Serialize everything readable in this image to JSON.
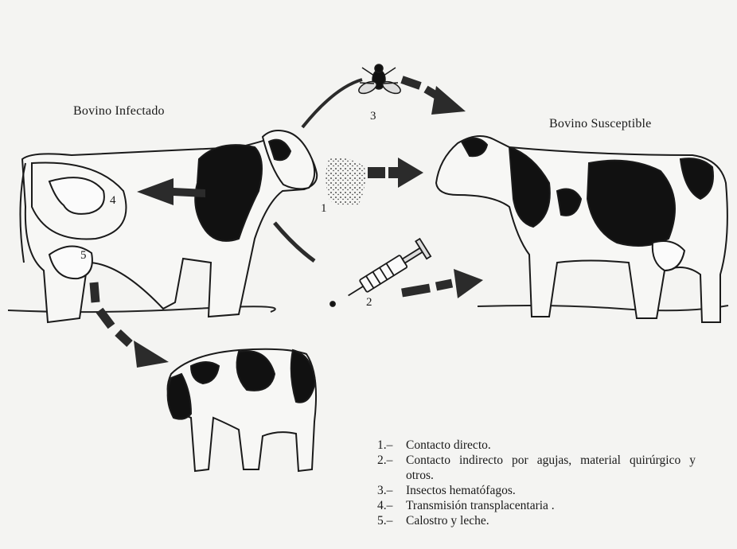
{
  "captions": {
    "infected": "Bovino Infectado",
    "susceptible": "Bovino Susceptible"
  },
  "route_numbers": [
    "1",
    "2",
    "3",
    "4",
    "5"
  ],
  "legend": [
    {
      "n": "1.–",
      "text": "Contacto directo."
    },
    {
      "n": "2.–",
      "text": "Contacto indirecto por agujas, material quirúrgico y otros."
    },
    {
      "n": "3.–",
      "text": "Insectos hematófagos."
    },
    {
      "n": "4.–",
      "text": "Transmisión transplacentaria ."
    },
    {
      "n": "5.–",
      "text": "Calostro y leche."
    }
  ],
  "colors": {
    "ink": "#1a1a1a",
    "paper": "#f4f4f2",
    "arrow": "#2b2b2b"
  }
}
